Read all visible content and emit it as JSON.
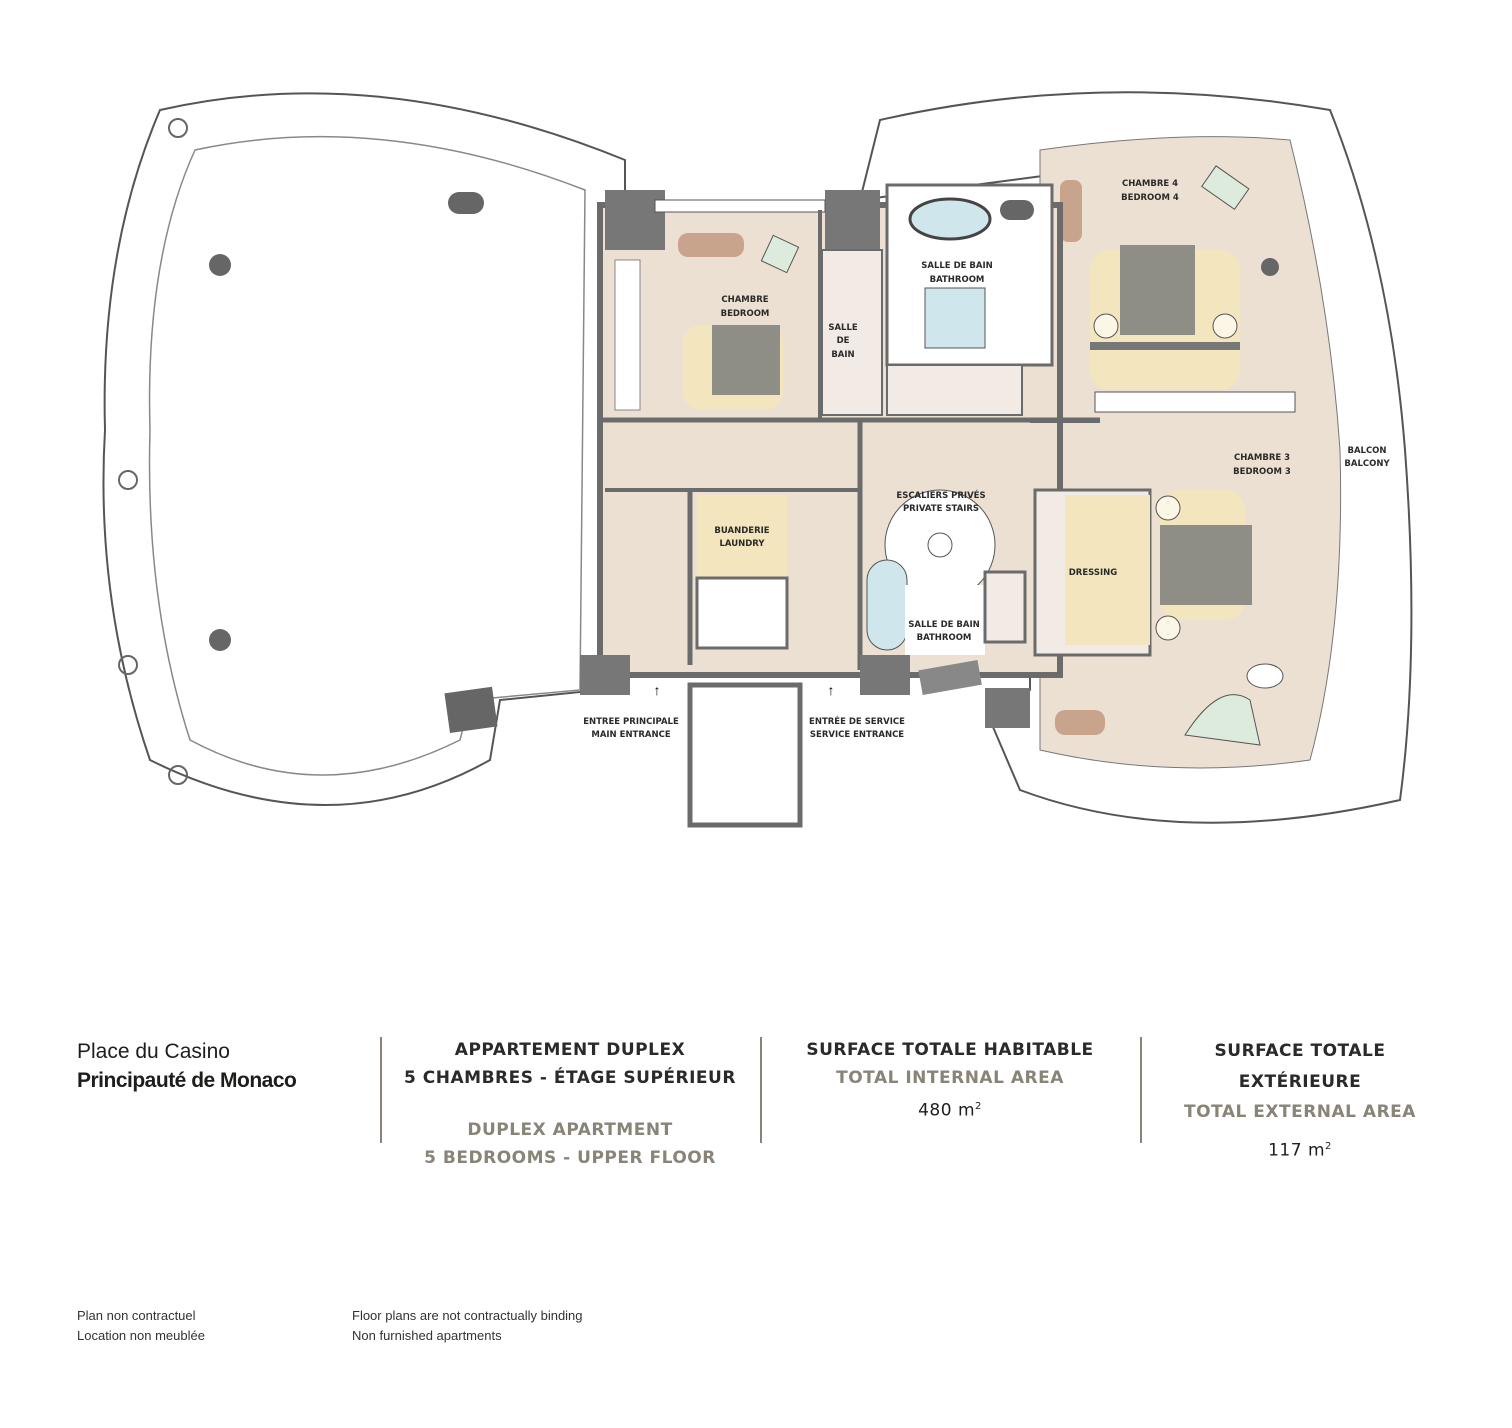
{
  "plan": {
    "rooms": {
      "bedroom_fr": "CHAMBRE",
      "bedroom_en": "BEDROOM",
      "small_bath": [
        "SALLE",
        "DE",
        "BAIN"
      ],
      "bath1_fr": "SALLE DE BAIN",
      "bath1_en": "BATHROOM",
      "bedroom4_fr": "CHAMBRE 4",
      "bedroom4_en": "BEDROOM 4",
      "bedroom3_fr": "CHAMBRE 3",
      "bedroom3_en": "BEDROOM 3",
      "balcony_fr": "BALCON",
      "balcony_en": "BALCONY",
      "stairs_fr": "ESCALIERS PRIVÉS",
      "stairs_en": "PRIVATE STAIRS",
      "laundry_fr": "BUANDERIE",
      "laundry_en": "LAUNDRY",
      "dressing": "DRESSING",
      "bath2_fr": "SALLE DE BAIN",
      "bath2_en": "BATHROOM",
      "main_entrance_fr": "ENTREE PRINCIPALE",
      "main_entrance_en": "MAIN ENTRANCE",
      "service_entrance_fr": "ENTRÉE DE SERVICE",
      "service_entrance_en": "SERVICE ENTRANCE"
    },
    "colors": {
      "floor": "#ece0d3",
      "rug": "#f3e6bf",
      "wall": "#6b6b6b",
      "furniture": "#8e8e86",
      "fixture": "#cfe6ec"
    }
  },
  "location": {
    "line1": "Place du Casino",
    "line2": "Principauté de Monaco"
  },
  "apartment": {
    "fr1": "APPARTEMENT DUPLEX",
    "fr2": "5 CHAMBRES - ÉTAGE SUPÉRIEUR",
    "en1": "DUPLEX APARTMENT",
    "en2": "5 BEDROOMS - UPPER FLOOR"
  },
  "internal": {
    "fr": "SURFACE TOTALE HABITABLE",
    "en": "TOTAL INTERNAL AREA",
    "value": "480 m",
    "unit_sup": "2"
  },
  "external": {
    "fr1": "SURFACE TOTALE",
    "fr2": "EXTÉRIEURE",
    "en": "TOTAL EXTERNAL AREA",
    "value": "117 m",
    "unit_sup": "2"
  },
  "disclaimer": {
    "fr1": "Plan non contractuel",
    "fr2": "Location non meublée",
    "en1": "Floor plans are not contractually binding",
    "en2": "Non furnished apartments"
  }
}
